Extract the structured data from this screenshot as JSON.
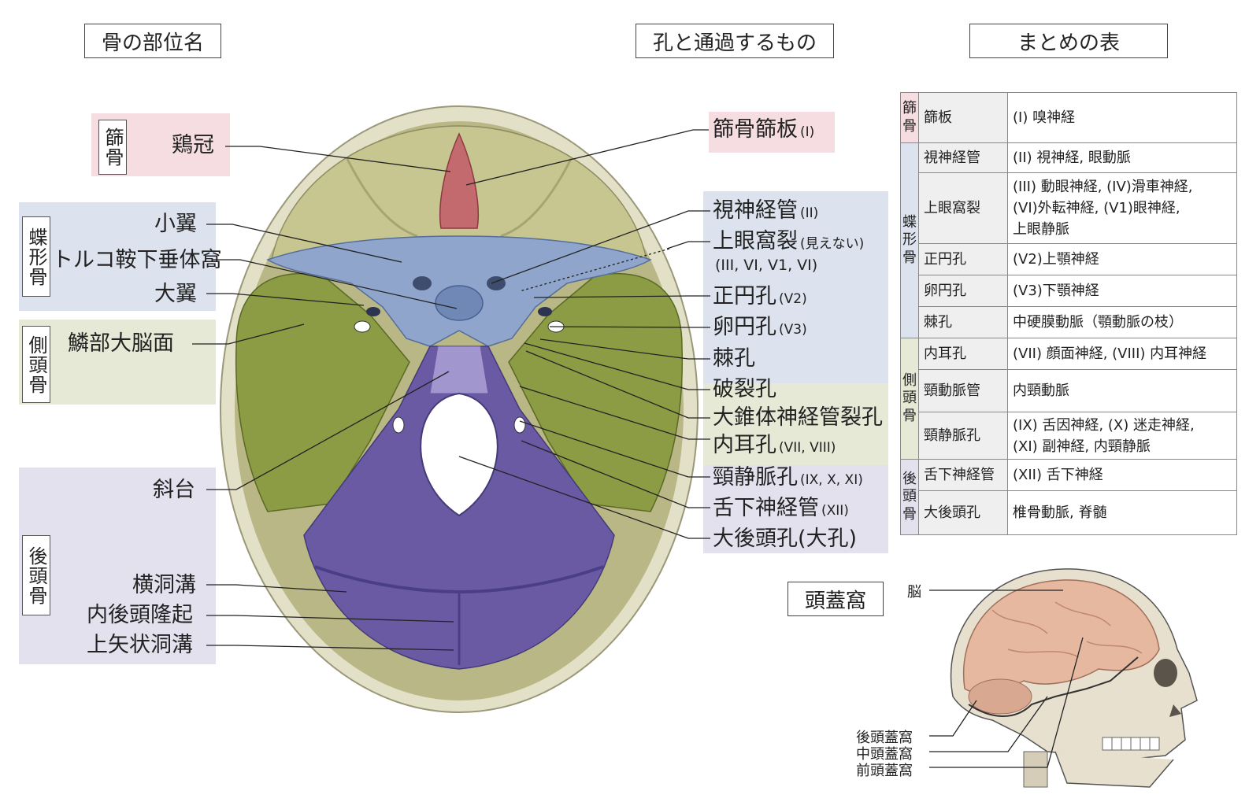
{
  "titles": {
    "bone_parts": "骨の部位名",
    "foramina": "孔と通過するもの",
    "summary": "まとめの表",
    "cranial_fossa": "頭蓋窩"
  },
  "bones": {
    "ethmoid": "篩骨",
    "sphenoid": "蝶形骨",
    "temporal": "側頭骨",
    "occipital": "後頭骨"
  },
  "left_labels": {
    "crista_galli": "鶏冠",
    "lesser_wing": "小翼",
    "hypophyseal_fossa": "トルコ鞍下垂体窩",
    "greater_wing": "大翼",
    "squamous_surface": "鱗部大脳面",
    "clivus": "斜台",
    "transverse_sulcus": "横洞溝",
    "internal_occipital_protuberance": "内後頭隆起",
    "superior_sagittal_sulcus": "上矢状洞溝"
  },
  "right_labels": {
    "cribriform_plate": "篩骨篩板",
    "cribriform_plate_sub": "(I)",
    "optic_canal": "視神経管",
    "optic_canal_sub": "(II)",
    "superior_orbital_fissure": "上眼窩裂",
    "superior_orbital_fissure_sub": "(見えない)",
    "superior_orbital_fissure_nerves": "(III, VI, V1, VI)",
    "foramen_rotundum": "正円孔",
    "foramen_rotundum_sub": "(V2)",
    "foramen_ovale": "卵円孔",
    "foramen_ovale_sub": "(V3)",
    "foramen_spinosum": "棘孔",
    "foramen_lacerum": "破裂孔",
    "greater_petrosal_hiatus": "大錐体神経管裂孔",
    "internal_acoustic_meatus": "内耳孔",
    "internal_acoustic_meatus_sub": "(VII, VIII)",
    "jugular_foramen": "頸静脈孔",
    "jugular_foramen_sub": "(IX, X, XI)",
    "hypoglossal_canal": "舌下神経管",
    "hypoglossal_canal_sub": "(XII)",
    "foramen_magnum": "大後頭孔(大孔)"
  },
  "summary_table": {
    "rows": [
      {
        "name": "篩板",
        "content": "(I) 嗅神経"
      },
      {
        "name": "視神経管",
        "content": "(II) 視神経, 眼動脈"
      },
      {
        "name": "上眼窩裂",
        "content_lines": [
          "(III) 動眼神経, (IV)滑車神経,",
          "(VI)外転神経, (V1)眼神経,",
          "上眼静脈"
        ]
      },
      {
        "name": "正円孔",
        "content": "(V2)上顎神経"
      },
      {
        "name": "卵円孔",
        "content": "(V3)下顎神経"
      },
      {
        "name": "棘孔",
        "content": "中硬膜動脈（顎動脈の枝）"
      },
      {
        "name": "内耳孔",
        "content": "(VII) 顔面神経, (VIII) 内耳神経"
      },
      {
        "name": "頸動脈管",
        "content": "内頸動脈"
      },
      {
        "name": "頸静脈孔",
        "content_lines": [
          "(IX) 舌因神経, (X) 迷走神経,",
          "(XI) 副神経, 内頸静脈"
        ]
      },
      {
        "name": "舌下神経管",
        "content": "(XII) 舌下神経"
      },
      {
        "name": "大後頭孔",
        "content": "椎骨動脈, 脊髄"
      }
    ]
  },
  "skull_labels": {
    "brain": "脳",
    "posterior_fossa": "後頭蓋窩",
    "middle_fossa": "中頭蓋窩",
    "anterior_fossa": "前頭蓋窩"
  },
  "colors": {
    "ethmoid": "#f6dde1",
    "sphenoid": "#dce3ee",
    "temporal": "#e6e9d6",
    "occipital": "#e4e1ef",
    "frontal_bone": "#c8c690",
    "sphenoid_bone": "#8fa5cc",
    "temporal_bone": "#8c9c45",
    "occipital_bone": "#6a5aa4",
    "brain": "#e6b8a0"
  }
}
